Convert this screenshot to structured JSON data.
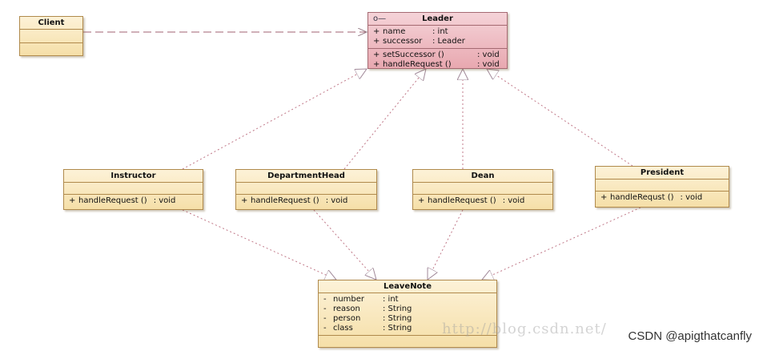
{
  "client": {
    "name": "Client"
  },
  "leader": {
    "name": "Leader",
    "interface_glyph": "o—",
    "attributes": [
      {
        "vis": "+",
        "name": "name",
        "type": ": int"
      },
      {
        "vis": "+",
        "name": "successor",
        "type": ": Leader"
      }
    ],
    "operations": [
      {
        "vis": "+",
        "name": "setSuccessor ()",
        "type": ": void"
      },
      {
        "vis": "+",
        "name": "handleRequest ()",
        "type": ": void"
      }
    ]
  },
  "instructor": {
    "name": "Instructor",
    "op": {
      "vis": "+",
      "name": "handleRequest ()",
      "type": ": void"
    }
  },
  "department_head": {
    "name": "DepartmentHead",
    "op": {
      "vis": "+",
      "name": "handleRequest ()",
      "type": ": void"
    }
  },
  "dean": {
    "name": "Dean",
    "op": {
      "vis": "+",
      "name": "handleRequest ()",
      "type": ": void"
    }
  },
  "president": {
    "name": "President",
    "op": {
      "vis": "+",
      "name": "handleRequst ()",
      "type": ": void"
    }
  },
  "leave_note": {
    "name": "LeaveNote",
    "attributes": [
      {
        "vis": "-",
        "name": "number",
        "type": ": int"
      },
      {
        "vis": "-",
        "name": "reason",
        "type": ": String"
      },
      {
        "vis": "-",
        "name": "person",
        "type": ": String"
      },
      {
        "vis": "-",
        "name": "class",
        "type": ": String"
      }
    ]
  },
  "watermark": "CSDN @apigthatcanfly",
  "ghost_watermark": "http://blog.csdn.net/"
}
